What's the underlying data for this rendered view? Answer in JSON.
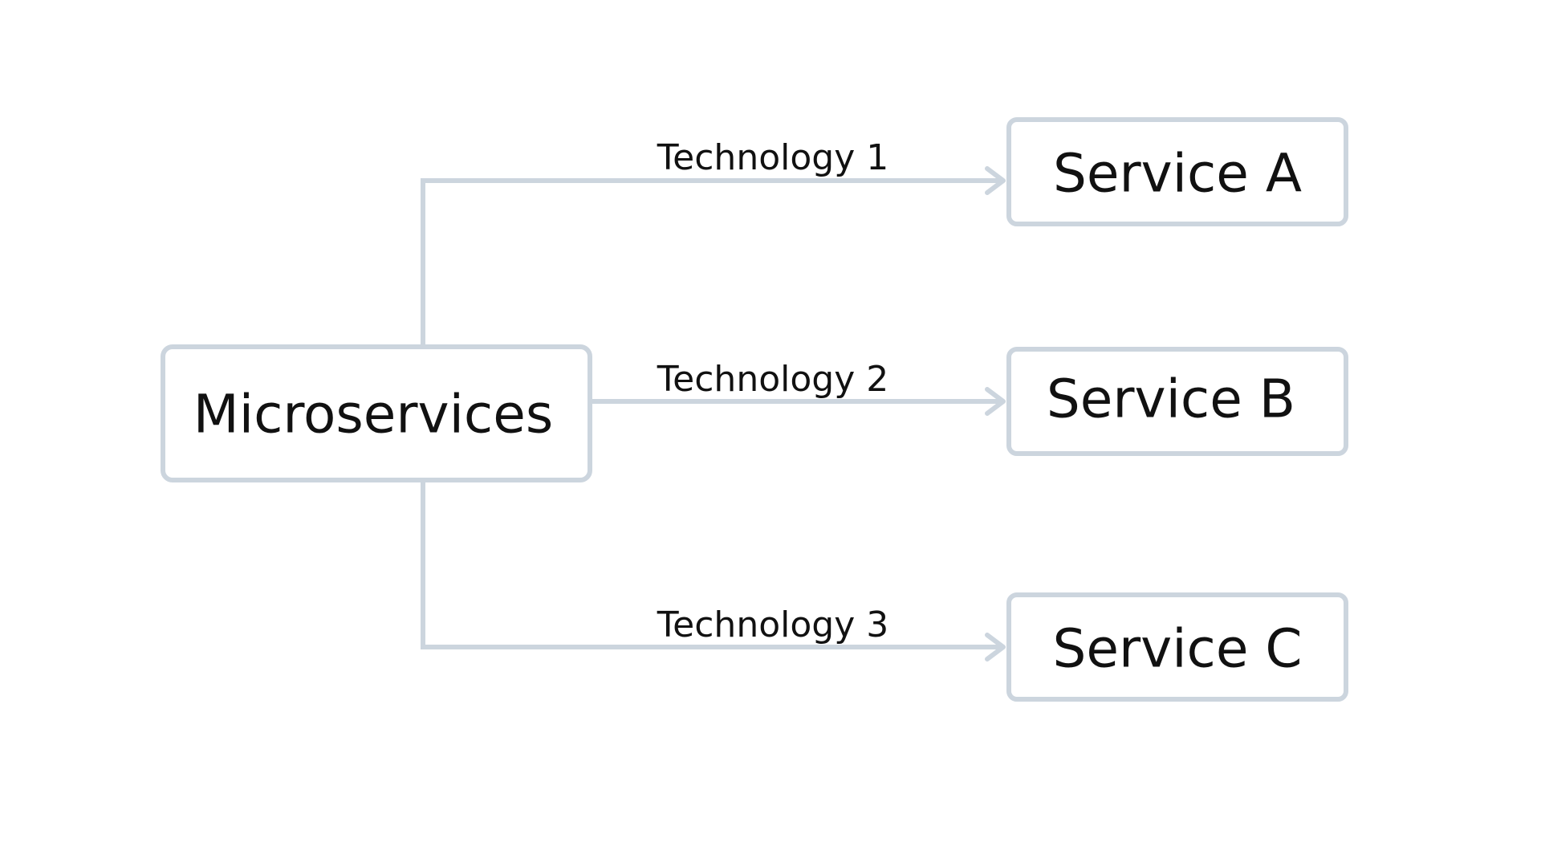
{
  "diagram": {
    "source": {
      "label": "Microservices"
    },
    "targets": [
      {
        "label": "Service A",
        "edge_label": "Technology 1"
      },
      {
        "label": "Service B",
        "edge_label": "Technology 2"
      },
      {
        "label": "Service C",
        "edge_label": "Technology 3"
      }
    ],
    "colors": {
      "stroke": "#ccd5de",
      "text": "#111111",
      "background": "#ffffff"
    }
  }
}
